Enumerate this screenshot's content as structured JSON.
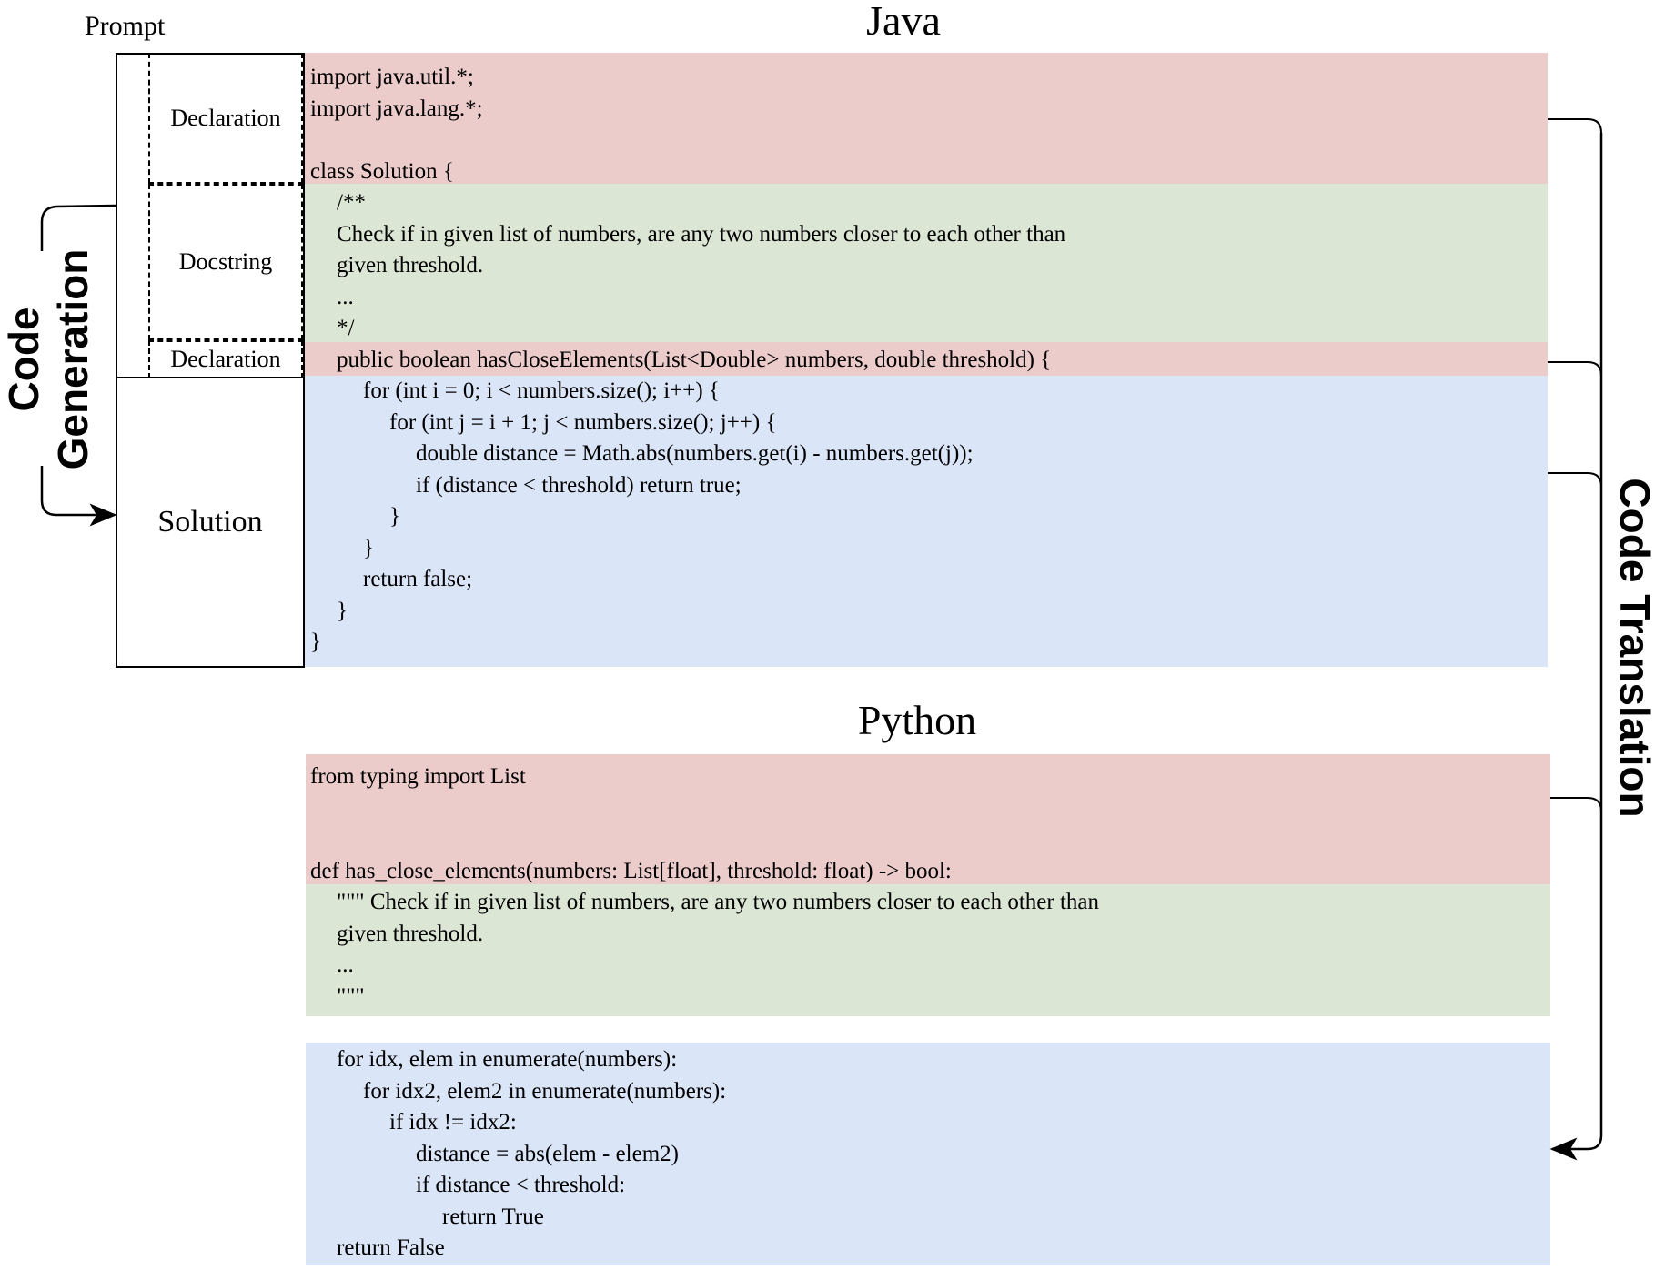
{
  "colors": {
    "declaration": "#eccccb",
    "docstring": "#dce6d5",
    "solution": "#dbe5f8"
  },
  "labels": {
    "prompt": "Prompt",
    "declaration_top": "Declaration",
    "docstring": "Docstring",
    "declaration_bottom": "Declaration",
    "solution": "Solution",
    "code_generation_line1": "Code",
    "code_generation_line2": "Generation",
    "code_translation": "Code Translation"
  },
  "java": {
    "title": "Java",
    "lines": [
      {
        "indent": 0,
        "text": "import java.util.*;"
      },
      {
        "indent": 0,
        "text": "import java.lang.*;"
      },
      {
        "indent": 0,
        "text": ""
      },
      {
        "indent": 0,
        "text": "class Solution {"
      },
      {
        "indent": 1,
        "text": "/**"
      },
      {
        "indent": 1,
        "text": "Check if in given list of numbers, are any two numbers closer to each other than"
      },
      {
        "indent": 1,
        "text": "given threshold."
      },
      {
        "indent": 1,
        "text": "..."
      },
      {
        "indent": 1,
        "text": "*/"
      },
      {
        "indent": 1,
        "text": "public boolean hasCloseElements(List<Double> numbers, double threshold) {"
      },
      {
        "indent": 2,
        "text": "for (int i = 0; i < numbers.size(); i++) {"
      },
      {
        "indent": 3,
        "text": "for (int j = i + 1; j < numbers.size(); j++) {"
      },
      {
        "indent": 4,
        "text": "double distance = Math.abs(numbers.get(i) - numbers.get(j));"
      },
      {
        "indent": 4,
        "text": "if (distance < threshold) return true;"
      },
      {
        "indent": 3,
        "text": "}"
      },
      {
        "indent": 2,
        "text": "}"
      },
      {
        "indent": 2,
        "text": "return false;"
      },
      {
        "indent": 1,
        "text": "}"
      },
      {
        "indent": 0,
        "text": "}"
      }
    ]
  },
  "python": {
    "title": "Python",
    "prompt_lines": [
      {
        "indent": 0,
        "text": "from typing import List"
      },
      {
        "indent": 0,
        "text": ""
      },
      {
        "indent": 0,
        "text": ""
      },
      {
        "indent": 0,
        "text": "def has_close_elements(numbers: List[float], threshold: float) -> bool:"
      },
      {
        "indent": 1,
        "text": "\"\"\" Check if in given list of numbers, are any two numbers closer to each other than"
      },
      {
        "indent": 1,
        "text": "given threshold."
      },
      {
        "indent": 1,
        "text": "..."
      },
      {
        "indent": 1,
        "text": "\"\"\""
      }
    ],
    "solution_lines": [
      {
        "indent": 1,
        "text": "for idx, elem in enumerate(numbers):"
      },
      {
        "indent": 2,
        "text": "for idx2, elem2 in enumerate(numbers):"
      },
      {
        "indent": 3,
        "text": "if idx != idx2:"
      },
      {
        "indent": 4,
        "text": "distance = abs(elem - elem2)"
      },
      {
        "indent": 4,
        "text": "if distance < threshold:"
      },
      {
        "indent": 5,
        "text": "return True"
      },
      {
        "indent": 1,
        "text": "return False"
      }
    ]
  }
}
